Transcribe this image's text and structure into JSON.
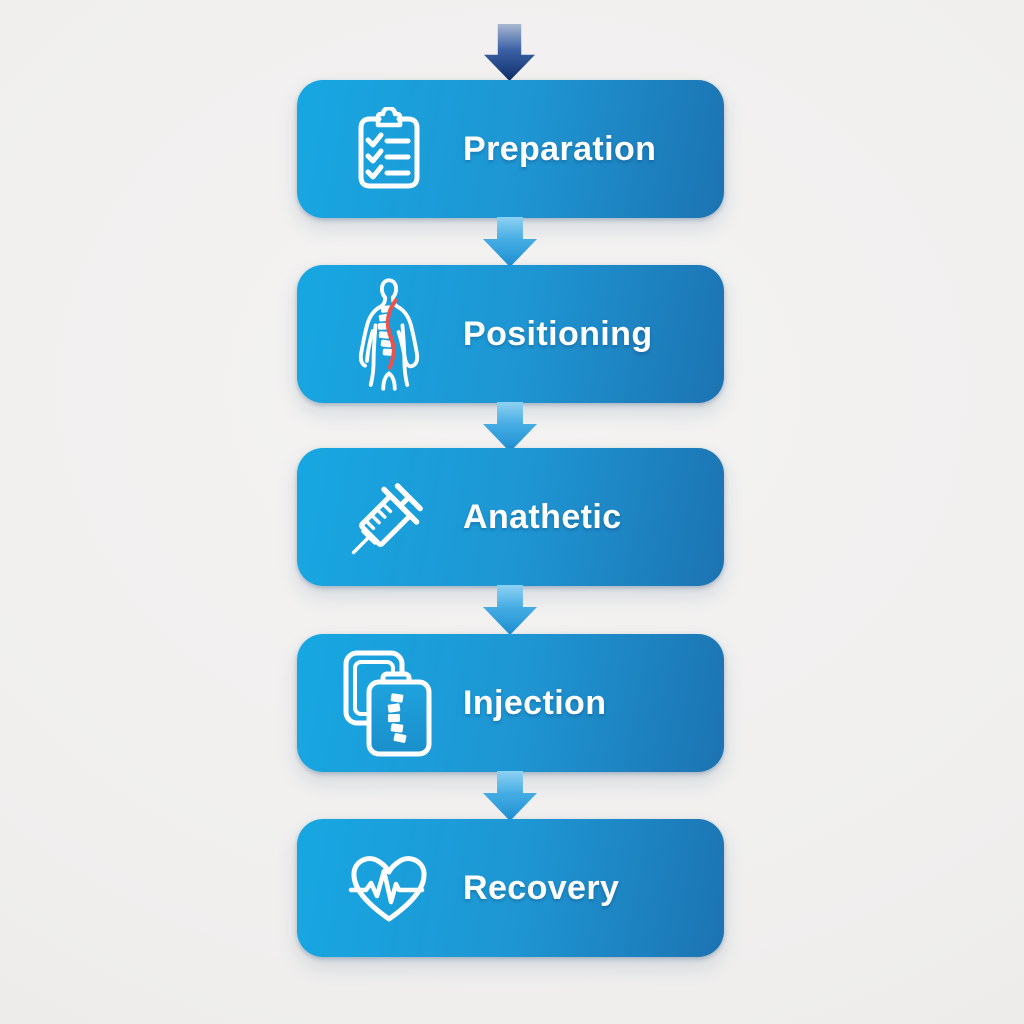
{
  "diagram": {
    "steps": [
      {
        "label": "Preparation",
        "icon": "clipboard-checklist-icon"
      },
      {
        "label": "Positioning",
        "icon": "body-spine-icon"
      },
      {
        "label": "Anathetic",
        "icon": "syringe-icon"
      },
      {
        "label": "Injection",
        "icon": "xray-spine-icon"
      },
      {
        "label": "Recovery",
        "icon": "heart-pulse-icon"
      }
    ],
    "arrows": {
      "entry_arrow_count": 1,
      "connector_arrow_count": 4,
      "direction": "down"
    },
    "colors": {
      "box_gradient_start": "#17A7E2",
      "box_gradient_end": "#1D73B2",
      "entry_arrow_dark": "#0E2E68",
      "connector_arrow_blue": "#1E8FD2",
      "icon_stroke": "#FFFFFF",
      "spine_highlight_red": "#E8534F",
      "label_text": "#FFFFFF",
      "background": "#F1F0EF"
    }
  }
}
